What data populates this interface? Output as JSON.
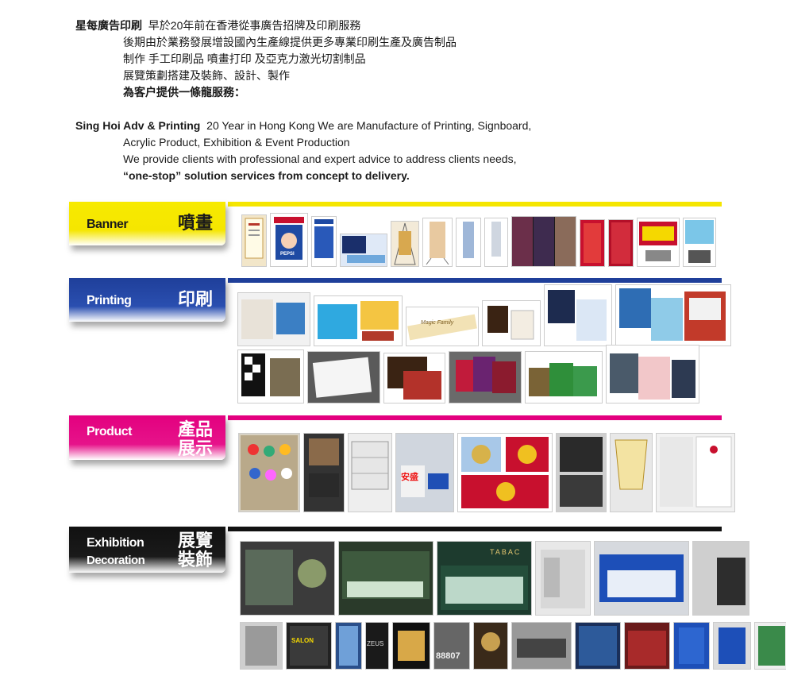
{
  "intro_zh": {
    "company": "星每廣告印刷",
    "line1_rest": "早於20年前在香港從事廣告招牌及印刷服務",
    "line2": "後期由於業務發展增設國內生產線提供更多專業印刷生產及廣告制品",
    "line3": "制作 手工印刷品 噴畫打印 及亞克力激光切割制品",
    "line4": "展覽策劃搭建及裝飾、設計、製作",
    "line5": "為客户提供一條龍服務："
  },
  "intro_en": {
    "company": "Sing Hoi Adv & Printing",
    "line1_rest": "20 Year in Hong Kong We are Manufacture of Printing, Signboard,",
    "line2": "Acrylic Product, Exhibition & Event Production",
    "line3": "We provide clients with professional and expert advice to address clients needs,",
    "line4": "“one-stop” solution services from concept to delivery."
  },
  "sections": {
    "banner": {
      "en": "Banner",
      "zh": "噴畫",
      "accent": "#f5e600",
      "text_color": "#1a1a1a"
    },
    "printing": {
      "en": "Printing",
      "zh": "印刷",
      "accent": "#1f3f9a",
      "text_color": "#ffffff"
    },
    "product": {
      "en": "Product",
      "zh1": "產品",
      "zh2": "展示",
      "accent": "#e3007f",
      "text_color": "#ffffff"
    },
    "exhibition": {
      "en1": "Exhibition",
      "en2": "Decoration",
      "zh1": "展覽",
      "zh2": "裝飾",
      "accent": "#111111",
      "text_color": "#ffffff"
    }
  },
  "photo_text": {
    "banner_pepsi": "PEPSI",
    "printing_magic": "Magic Family",
    "exhibit_tabac": "TABAC",
    "exhibit_salon": "SALON",
    "exhibit_zeus": "ZEUS",
    "exhibit_num": "88807",
    "product_anyi": "安盛"
  }
}
